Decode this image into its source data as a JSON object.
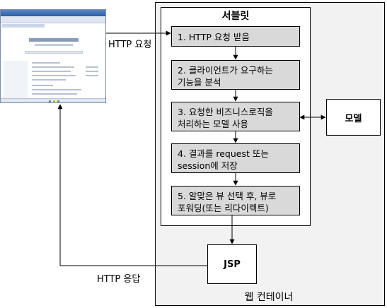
{
  "container": {
    "label": "웹 컨테이너"
  },
  "servlet": {
    "title": "서블릿"
  },
  "steps": [
    {
      "lines": [
        "1. HTTP 요청 받음"
      ]
    },
    {
      "lines": [
        "2. 클라이언트가 요구하는",
        "기능을 분석"
      ]
    },
    {
      "lines": [
        "3. 요청한 비즈니스로직을",
        "처리하는 모델 사용"
      ]
    },
    {
      "lines": [
        "4. 결과를 request 또는",
        "session에 저장"
      ]
    },
    {
      "lines": [
        "5. 알맞은 뷰 선택 후, 뷰로",
        "포워딩(또는 리다이렉트)"
      ]
    }
  ],
  "model": {
    "label": "모델"
  },
  "jsp": {
    "label": "JSP"
  },
  "arrows": {
    "http_request": "HTTP 요청",
    "http_response": "HTTP 응답"
  }
}
